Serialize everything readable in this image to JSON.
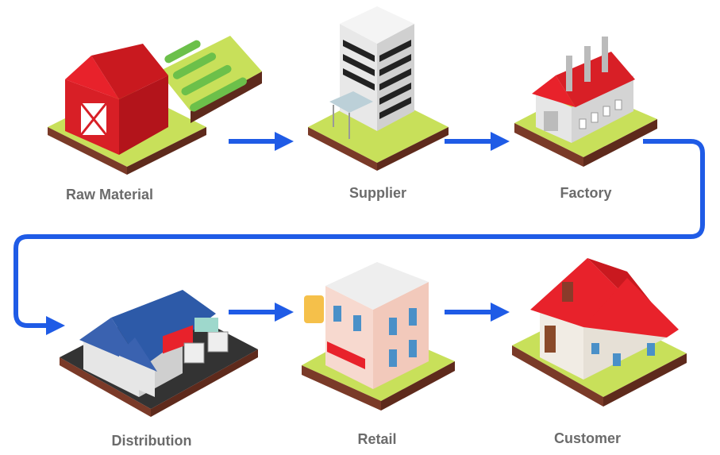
{
  "stages": [
    {
      "id": "raw-material",
      "label": "Raw Material"
    },
    {
      "id": "supplier",
      "label": "Supplier"
    },
    {
      "id": "factory",
      "label": "Factory"
    },
    {
      "id": "distribution",
      "label": "Distribution"
    },
    {
      "id": "retail",
      "label": "Retail"
    },
    {
      "id": "customer",
      "label": "Customer"
    }
  ],
  "colors": {
    "arrow": "#1f5be6",
    "label": "#6b6b6b",
    "grass": "#c8e05a",
    "soil": "#7a3a28",
    "roof_red": "#e8222b"
  }
}
